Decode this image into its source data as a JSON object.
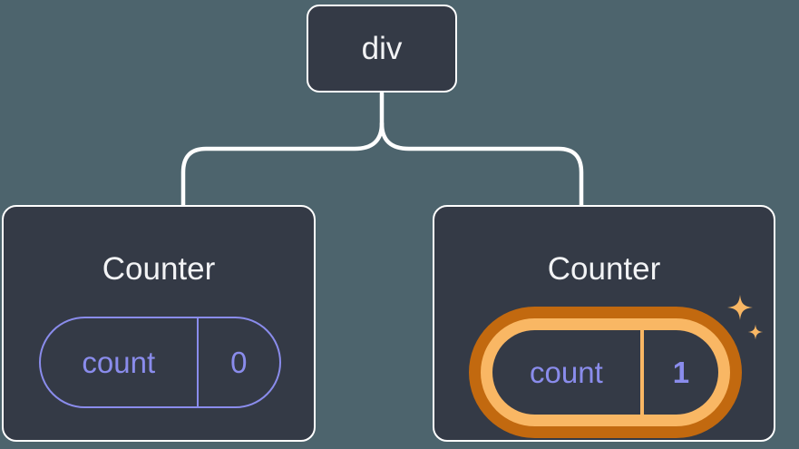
{
  "diagram": {
    "description": "React component tree with state diagram",
    "root_node": {
      "label": "div"
    },
    "children": [
      {
        "title": "Counter",
        "state_key": "count",
        "state_value": "0",
        "highlighted": false
      },
      {
        "title": "Counter",
        "state_key": "count",
        "state_value": "1",
        "highlighted": true
      }
    ]
  },
  "icons": {
    "sparkles": "four-point-star sparkles marking updated state"
  },
  "colors": {
    "background": "#4D646D",
    "node_fill": "#343A46",
    "node_border": "#FFFFFF",
    "connector": "#FFFFFF",
    "state_accent": "#8A8CEC",
    "highlight": "#F9B764",
    "highlight_dark": "#C2690F",
    "title_text": "#F2F3F5"
  }
}
